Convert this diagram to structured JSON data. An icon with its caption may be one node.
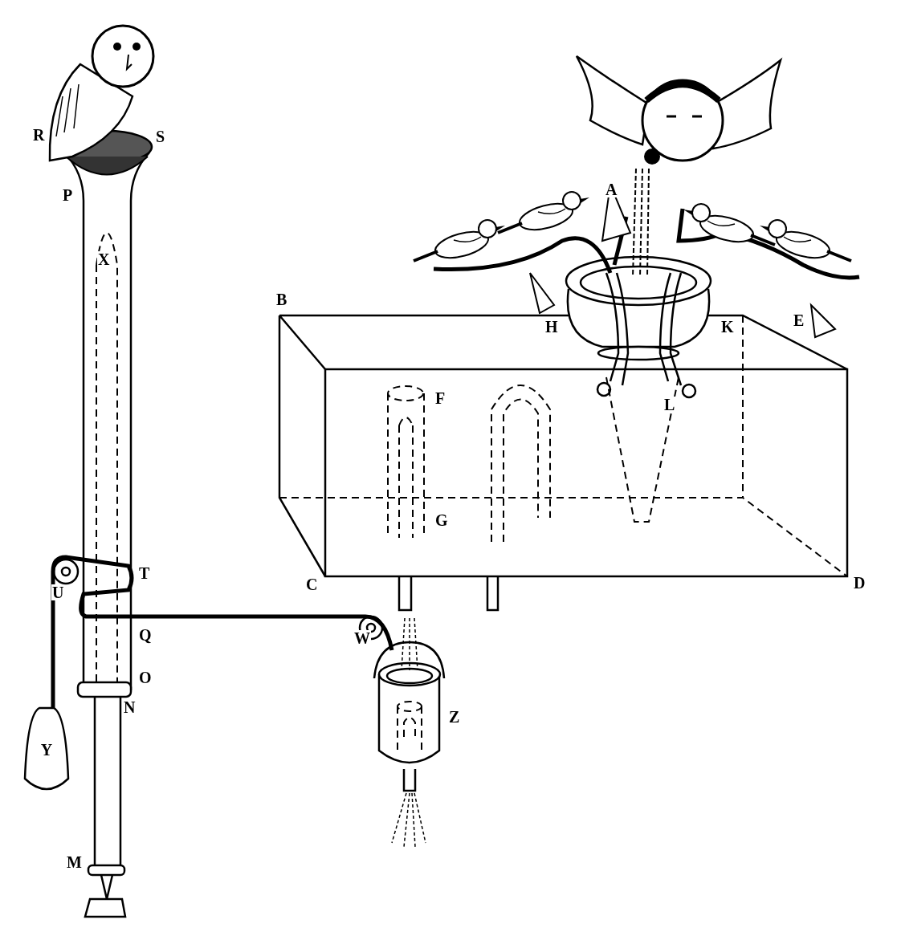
{
  "diagram": {
    "nodes": [
      {
        "text": [
          "Y"
        ]
      }
    ],
    "labels": [
      "R",
      "S",
      "A",
      "P",
      "X",
      "B",
      "E",
      "H",
      "K",
      "F",
      "L",
      "G",
      "T",
      "U",
      "C",
      "D",
      "Q",
      "W",
      "O",
      "N",
      "Z",
      "M"
    ]
  }
}
